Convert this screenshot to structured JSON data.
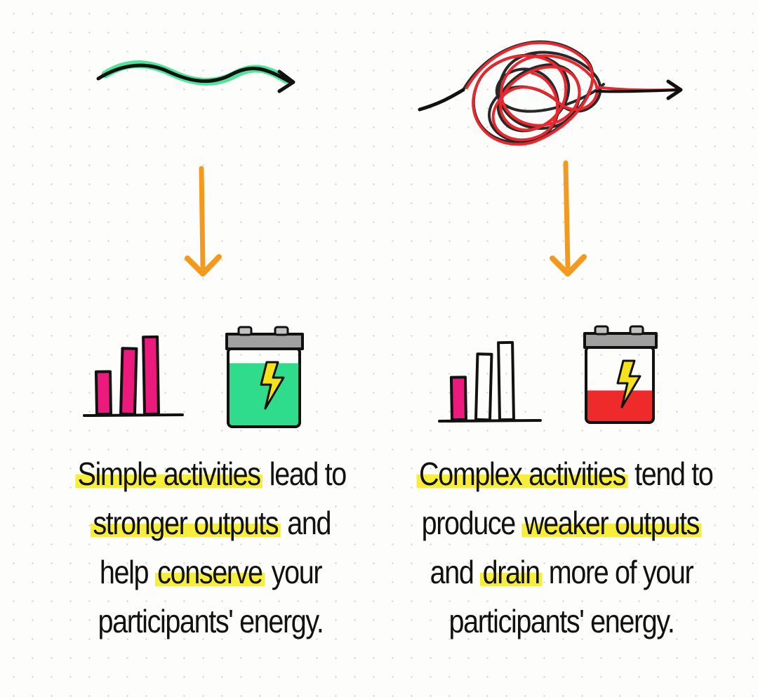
{
  "colors": {
    "ink": "#111111",
    "highlight": "#f7ee3c",
    "flow_arrow": "#f39a1e",
    "simple_wave_glow": "#2fe08a",
    "tangle": "#e8272f",
    "bar_fill": "#ec1a7d",
    "battery_full": "#2fdc8b",
    "battery_low": "#ef2a2a",
    "bolt": "#f5e21b",
    "battery_cap": "#9a9a9a"
  },
  "left": {
    "path_type": "smooth-wave",
    "arrow_icon": "down-arrow-icon",
    "bars": [
      {
        "level": 0.55,
        "filled": true
      },
      {
        "level": 0.85,
        "filled": true
      },
      {
        "level": 1.0,
        "filled": true
      }
    ],
    "battery_level": 0.82,
    "caption": {
      "line1": {
        "hl": "Simple activities",
        "rest": " lead to"
      },
      "line2": {
        "hl": "stronger outputs",
        "rest": " and"
      },
      "line3": {
        "pre": "help ",
        "hl": "conserve",
        "post": " your"
      },
      "line4": "participants' energy."
    }
  },
  "right": {
    "path_type": "tangled-scribble",
    "arrow_icon": "down-arrow-icon",
    "bars": [
      {
        "level": 0.55,
        "filled": true
      },
      {
        "level": 0.85,
        "filled": false
      },
      {
        "level": 1.0,
        "filled": false
      }
    ],
    "battery_level": 0.42,
    "caption": {
      "line1": {
        "hl": "Complex activities",
        "rest": " tend to"
      },
      "line2": {
        "pre": "produce ",
        "hl": "weaker outputs"
      },
      "line3": {
        "pre": "and ",
        "hl": "drain",
        "post": " more of your"
      },
      "line4": "participants' energy."
    }
  }
}
